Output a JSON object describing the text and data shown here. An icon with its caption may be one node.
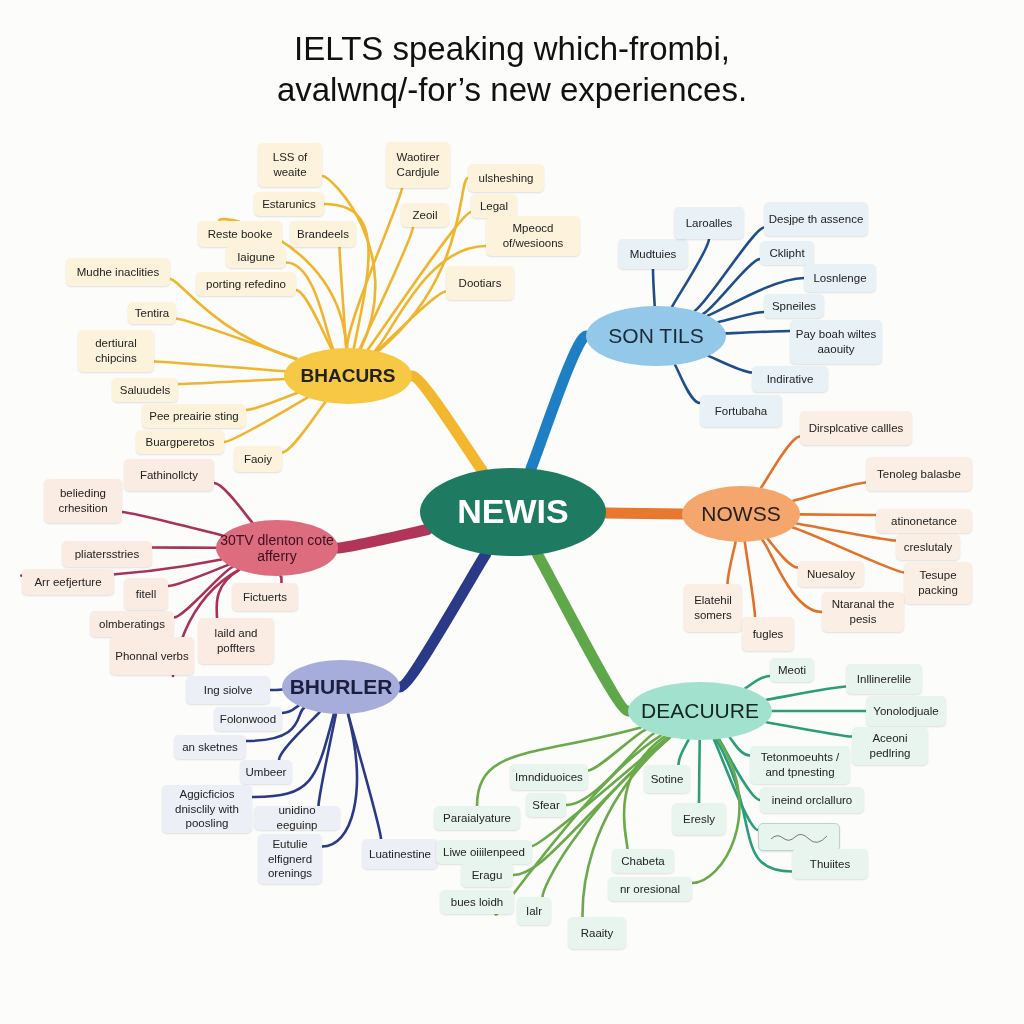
{
  "diagram": {
    "title": "IELTS speaking which-frombi, avalwnq/-for’s new experiences.",
    "nodes": [
      {
        "text": [
          "NEWIS"
        ]
      },
      {
        "text": [
          "BHACURS"
        ]
      },
      {
        "text": [
          "LSS of weaite"
        ]
      },
      {
        "text": [
          "Estarunics"
        ]
      },
      {
        "text": [
          "Reste booke"
        ]
      },
      {
        "text": [
          "Brandeels"
        ]
      },
      {
        "text": [
          "Iaigune"
        ]
      },
      {
        "text": [
          "Mudhe inaclities"
        ]
      },
      {
        "text": [
          "porting refedino"
        ]
      },
      {
        "text": [
          "Tentira"
        ]
      },
      {
        "text": [
          "dertiural chipcins"
        ]
      },
      {
        "text": [
          "Saluudels"
        ]
      },
      {
        "text": [
          "Pee preairie sting"
        ]
      },
      {
        "text": [
          "Buargperetos"
        ]
      },
      {
        "text": [
          "Faoiy"
        ]
      },
      {
        "text": [
          "Waotirer Cardjule"
        ]
      },
      {
        "text": [
          "Zeoil"
        ]
      },
      {
        "text": [
          "ulsheshing"
        ]
      },
      {
        "text": [
          "Legal"
        ]
      },
      {
        "text": [
          "Mpeocd of/wesioons"
        ]
      },
      {
        "text": [
          "Dootiars"
        ]
      },
      {
        "text": [
          "SON TILS"
        ]
      },
      {
        "text": [
          "Mudtuies"
        ]
      },
      {
        "text": [
          "Laroalles"
        ]
      },
      {
        "text": [
          "Desjpe th assence"
        ]
      },
      {
        "text": [
          "Cklipht"
        ]
      },
      {
        "text": [
          "Losnlenge"
        ]
      },
      {
        "text": [
          "Spneiles"
        ]
      },
      {
        "text": [
          "Pay boah wiltes aaouity"
        ]
      },
      {
        "text": [
          "Indirative"
        ]
      },
      {
        "text": [
          "Fortubaha"
        ]
      },
      {
        "text": [
          "NOWSS"
        ]
      },
      {
        "text": [
          "Dirsplcative callles"
        ]
      },
      {
        "text": [
          "Tenoleg balasbe"
        ]
      },
      {
        "text": [
          "atinonetance"
        ]
      },
      {
        "text": [
          "creslutaly"
        ]
      },
      {
        "text": [
          "Tesupe packing"
        ]
      },
      {
        "text": [
          "Nuesaloy"
        ]
      },
      {
        "text": [
          "Ntaranal the pesis"
        ]
      },
      {
        "text": [
          "Elatehil somers"
        ]
      },
      {
        "text": [
          "fugles"
        ]
      },
      {
        "text": [
          "30TV dlenton cote afferry"
        ]
      },
      {
        "text": [
          "Fathinollcty"
        ]
      },
      {
        "text": [
          "belieding crhesition"
        ]
      },
      {
        "text": [
          "pliatersstries"
        ]
      },
      {
        "text": [
          "Arr eefjerture"
        ]
      },
      {
        "text": [
          "fitell"
        ]
      },
      {
        "text": [
          "olmberatings"
        ]
      },
      {
        "text": [
          "Phonnal verbs"
        ]
      },
      {
        "text": [
          "Fictuerts"
        ]
      },
      {
        "text": [
          "laild and poffters"
        ]
      },
      {
        "text": [
          "BHURLER"
        ]
      },
      {
        "text": [
          "Ing siolve"
        ]
      },
      {
        "text": [
          "Folonwood"
        ]
      },
      {
        "text": [
          "an sketnes"
        ]
      },
      {
        "text": [
          "Umbeer"
        ]
      },
      {
        "text": [
          "Aggicficios dnisclily with poosling"
        ]
      },
      {
        "text": [
          "unidino eeguinp"
        ]
      },
      {
        "text": [
          "Eutulie elfignerd orenings"
        ]
      },
      {
        "text": [
          "Luatinestine"
        ]
      },
      {
        "text": [
          "DEACUURE"
        ]
      },
      {
        "text": [
          "Meoti"
        ]
      },
      {
        "text": [
          "Inllinerelile"
        ]
      },
      {
        "text": [
          "Yonolodjuale"
        ]
      },
      {
        "text": [
          "Aceoni pedlring"
        ]
      },
      {
        "text": [
          "Tetonmoeuhts / and tpnesting"
        ]
      },
      {
        "text": [
          "Sotine"
        ]
      },
      {
        "text": [
          "Eresly"
        ]
      },
      {
        "text": [
          "ineind orclalluro"
        ]
      },
      {
        "text": [],
        "shape": "box"
      },
      {
        "text": [
          "Thuiites"
        ]
      },
      {
        "text": [
          "Imndiduoices"
        ]
      },
      {
        "text": [
          "Sfear"
        ]
      },
      {
        "text": [
          "Paraialyature"
        ]
      },
      {
        "text": [
          "Liwe oiiilenpeed"
        ]
      },
      {
        "text": [
          "Eragu"
        ]
      },
      {
        "text": [
          "bues loidh"
        ]
      },
      {
        "text": [
          "Chabeta"
        ]
      },
      {
        "text": [
          "nr oresional"
        ]
      },
      {
        "text": [
          "Ialr"
        ]
      },
      {
        "text": [
          "Raaity"
        ]
      }
    ],
    "edges": [
      {
        "from": 0,
        "to": 1,
        "arrow": "none",
        "style": "thick",
        "color": "#f2b72e"
      },
      {
        "from": 0,
        "to": 21,
        "arrow": "none",
        "style": "thick",
        "color": "#1e7fc4"
      },
      {
        "from": 0,
        "to": 31,
        "arrow": "none",
        "style": "thick",
        "color": "#e8782e"
      },
      {
        "from": 0,
        "to": 41,
        "arrow": "none",
        "style": "thick",
        "color": "#b03558"
      },
      {
        "from": 0,
        "to": 51,
        "arrow": "none",
        "style": "thick",
        "color": "#2b3a86"
      },
      {
        "from": 0,
        "to": 60,
        "arrow": "none",
        "style": "thick",
        "color": "#5ea84a"
      },
      {
        "from": 1,
        "to": 2,
        "arrow": "none",
        "color": "#f0b52c"
      },
      {
        "from": 1,
        "to": 3,
        "arrow": "none",
        "color": "#f0b52c"
      },
      {
        "from": 1,
        "to": 4,
        "arrow": "none",
        "color": "#f0b52c"
      },
      {
        "from": 1,
        "to": 5,
        "arrow": "none",
        "color": "#f0b52c"
      },
      {
        "from": 1,
        "to": 6,
        "arrow": "none",
        "color": "#f0b52c"
      },
      {
        "from": 1,
        "to": 7,
        "arrow": "none",
        "color": "#f0b52c"
      },
      {
        "from": 1,
        "to": 8,
        "arrow": "none",
        "color": "#f0b52c"
      },
      {
        "from": 1,
        "to": 9,
        "arrow": "none",
        "color": "#f0b52c"
      },
      {
        "from": 1,
        "to": 10,
        "arrow": "none",
        "color": "#f0b52c"
      },
      {
        "from": 1,
        "to": 11,
        "arrow": "none",
        "color": "#f0b52c"
      },
      {
        "from": 1,
        "to": 12,
        "arrow": "none",
        "color": "#f0b52c"
      },
      {
        "from": 1,
        "to": 13,
        "arrow": "none",
        "color": "#f0b52c"
      },
      {
        "from": 1,
        "to": 14,
        "arrow": "none",
        "color": "#f0b52c"
      },
      {
        "from": 1,
        "to": 15,
        "arrow": "none",
        "color": "#f0b52c"
      },
      {
        "from": 1,
        "to": 16,
        "arrow": "none",
        "color": "#f0b52c"
      },
      {
        "from": 1,
        "to": 17,
        "arrow": "none",
        "color": "#f0b52c"
      },
      {
        "from": 1,
        "to": 18,
        "arrow": "none",
        "color": "#f0b52c"
      },
      {
        "from": 1,
        "to": 19,
        "arrow": "none",
        "color": "#f0b52c"
      },
      {
        "from": 1,
        "to": 20,
        "arrow": "none",
        "color": "#f0b52c"
      },
      {
        "from": 21,
        "to": 22,
        "arrow": "none",
        "color": "#1f4e8c"
      },
      {
        "from": 21,
        "to": 23,
        "arrow": "none",
        "color": "#1f4e8c"
      },
      {
        "from": 21,
        "to": 24,
        "arrow": "none",
        "color": "#1f4e8c"
      },
      {
        "from": 21,
        "to": 25,
        "arrow": "none",
        "color": "#1f4e8c"
      },
      {
        "from": 21,
        "to": 26,
        "arrow": "none",
        "color": "#1f4e8c"
      },
      {
        "from": 21,
        "to": 27,
        "arrow": "none",
        "color": "#1f4e8c"
      },
      {
        "from": 21,
        "to": 28,
        "arrow": "none",
        "color": "#1f4e8c"
      },
      {
        "from": 21,
        "to": 29,
        "arrow": "none",
        "color": "#1f4e8c"
      },
      {
        "from": 21,
        "to": 30,
        "arrow": "none",
        "color": "#1f4e8c"
      },
      {
        "from": 31,
        "to": 32,
        "arrow": "none",
        "color": "#e0722a"
      },
      {
        "from": 31,
        "to": 33,
        "arrow": "none",
        "color": "#e0722a"
      },
      {
        "from": 31,
        "to": 34,
        "arrow": "none",
        "color": "#e0722a"
      },
      {
        "from": 31,
        "to": 35,
        "arrow": "none",
        "color": "#e0722a"
      },
      {
        "from": 31,
        "to": 36,
        "arrow": "none",
        "color": "#e0722a"
      },
      {
        "from": 31,
        "to": 37,
        "arrow": "none",
        "color": "#e0722a"
      },
      {
        "from": 31,
        "to": 38,
        "arrow": "none",
        "color": "#e0722a"
      },
      {
        "from": 31,
        "to": 39,
        "arrow": "none",
        "color": "#e0722a"
      },
      {
        "from": 31,
        "to": 40,
        "arrow": "none",
        "color": "#e0722a"
      },
      {
        "from": 41,
        "to": 42,
        "arrow": "none",
        "color": "#a8325a"
      },
      {
        "from": 41,
        "to": 43,
        "arrow": "none",
        "color": "#a8325a"
      },
      {
        "from": 41,
        "to": 44,
        "arrow": "none",
        "color": "#a8325a"
      },
      {
        "from": 41,
        "to": 45,
        "arrow": "none",
        "color": "#a8325a"
      },
      {
        "from": 41,
        "to": 46,
        "arrow": "none",
        "color": "#a8325a"
      },
      {
        "from": 41,
        "to": 47,
        "arrow": "none",
        "color": "#a8325a"
      },
      {
        "from": 41,
        "to": 48,
        "arrow": "none",
        "color": "#a8325a"
      },
      {
        "from": 41,
        "to": 49,
        "arrow": "none",
        "color": "#a8325a"
      },
      {
        "from": 41,
        "to": 50,
        "arrow": "none",
        "color": "#a8325a"
      },
      {
        "from": 51,
        "to": 52,
        "arrow": "none",
        "color": "#2b3a86"
      },
      {
        "from": 51,
        "to": 53,
        "arrow": "none",
        "color": "#2b3a86"
      },
      {
        "from": 51,
        "to": 54,
        "arrow": "none",
        "color": "#2b3a86"
      },
      {
        "from": 51,
        "to": 55,
        "arrow": "none",
        "color": "#2b3a86"
      },
      {
        "from": 51,
        "to": 56,
        "arrow": "none",
        "color": "#2b3a86"
      },
      {
        "from": 51,
        "to": 57,
        "arrow": "none",
        "color": "#2b3a86"
      },
      {
        "from": 51,
        "to": 58,
        "arrow": "none",
        "color": "#2b3a86"
      },
      {
        "from": 51,
        "to": 59,
        "arrow": "none",
        "color": "#2b3a86"
      },
      {
        "from": 60,
        "to": 61,
        "arrow": "none",
        "color": "#2a9d7a"
      },
      {
        "from": 60,
        "to": 62,
        "arrow": "none",
        "color": "#2a9d7a"
      },
      {
        "from": 60,
        "to": 63,
        "arrow": "none",
        "color": "#2a9d7a"
      },
      {
        "from": 60,
        "to": 64,
        "arrow": "none",
        "color": "#2a9d7a"
      },
      {
        "from": 60,
        "to": 65,
        "arrow": "none",
        "color": "#2a9d7a"
      },
      {
        "from": 60,
        "to": 66,
        "arrow": "none",
        "color": "#2a9d7a"
      },
      {
        "from": 60,
        "to": 67,
        "arrow": "none",
        "color": "#2a9d7a"
      },
      {
        "from": 60,
        "to": 68,
        "arrow": "none",
        "color": "#2a9d7a"
      },
      {
        "from": 60,
        "to": 69,
        "arrow": "none",
        "color": "#2a9d7a"
      },
      {
        "from": 60,
        "to": 70,
        "arrow": "none",
        "color": "#2a9d7a"
      },
      {
        "from": 60,
        "to": 71,
        "arrow": "none",
        "color": "#6aaa4a"
      },
      {
        "from": 60,
        "to": 72,
        "arrow": "none",
        "color": "#6aaa4a"
      },
      {
        "from": 60,
        "to": 73,
        "arrow": "none",
        "color": "#6aaa4a"
      },
      {
        "from": 60,
        "to": 74,
        "arrow": "none",
        "color": "#6aaa4a"
      },
      {
        "from": 60,
        "to": 75,
        "arrow": "none",
        "color": "#6aaa4a"
      },
      {
        "from": 60,
        "to": 76,
        "arrow": "none",
        "color": "#6aaa4a"
      },
      {
        "from": 60,
        "to": 77,
        "arrow": "none",
        "color": "#6aaa4a"
      },
      {
        "from": 60,
        "to": 78,
        "arrow": "none",
        "color": "#6aaa4a"
      },
      {
        "from": 60,
        "to": 79,
        "arrow": "none",
        "color": "#6aaa4a"
      },
      {
        "from": 60,
        "to": 80,
        "arrow": "none",
        "color": "#6aaa4a"
      }
    ]
  }
}
